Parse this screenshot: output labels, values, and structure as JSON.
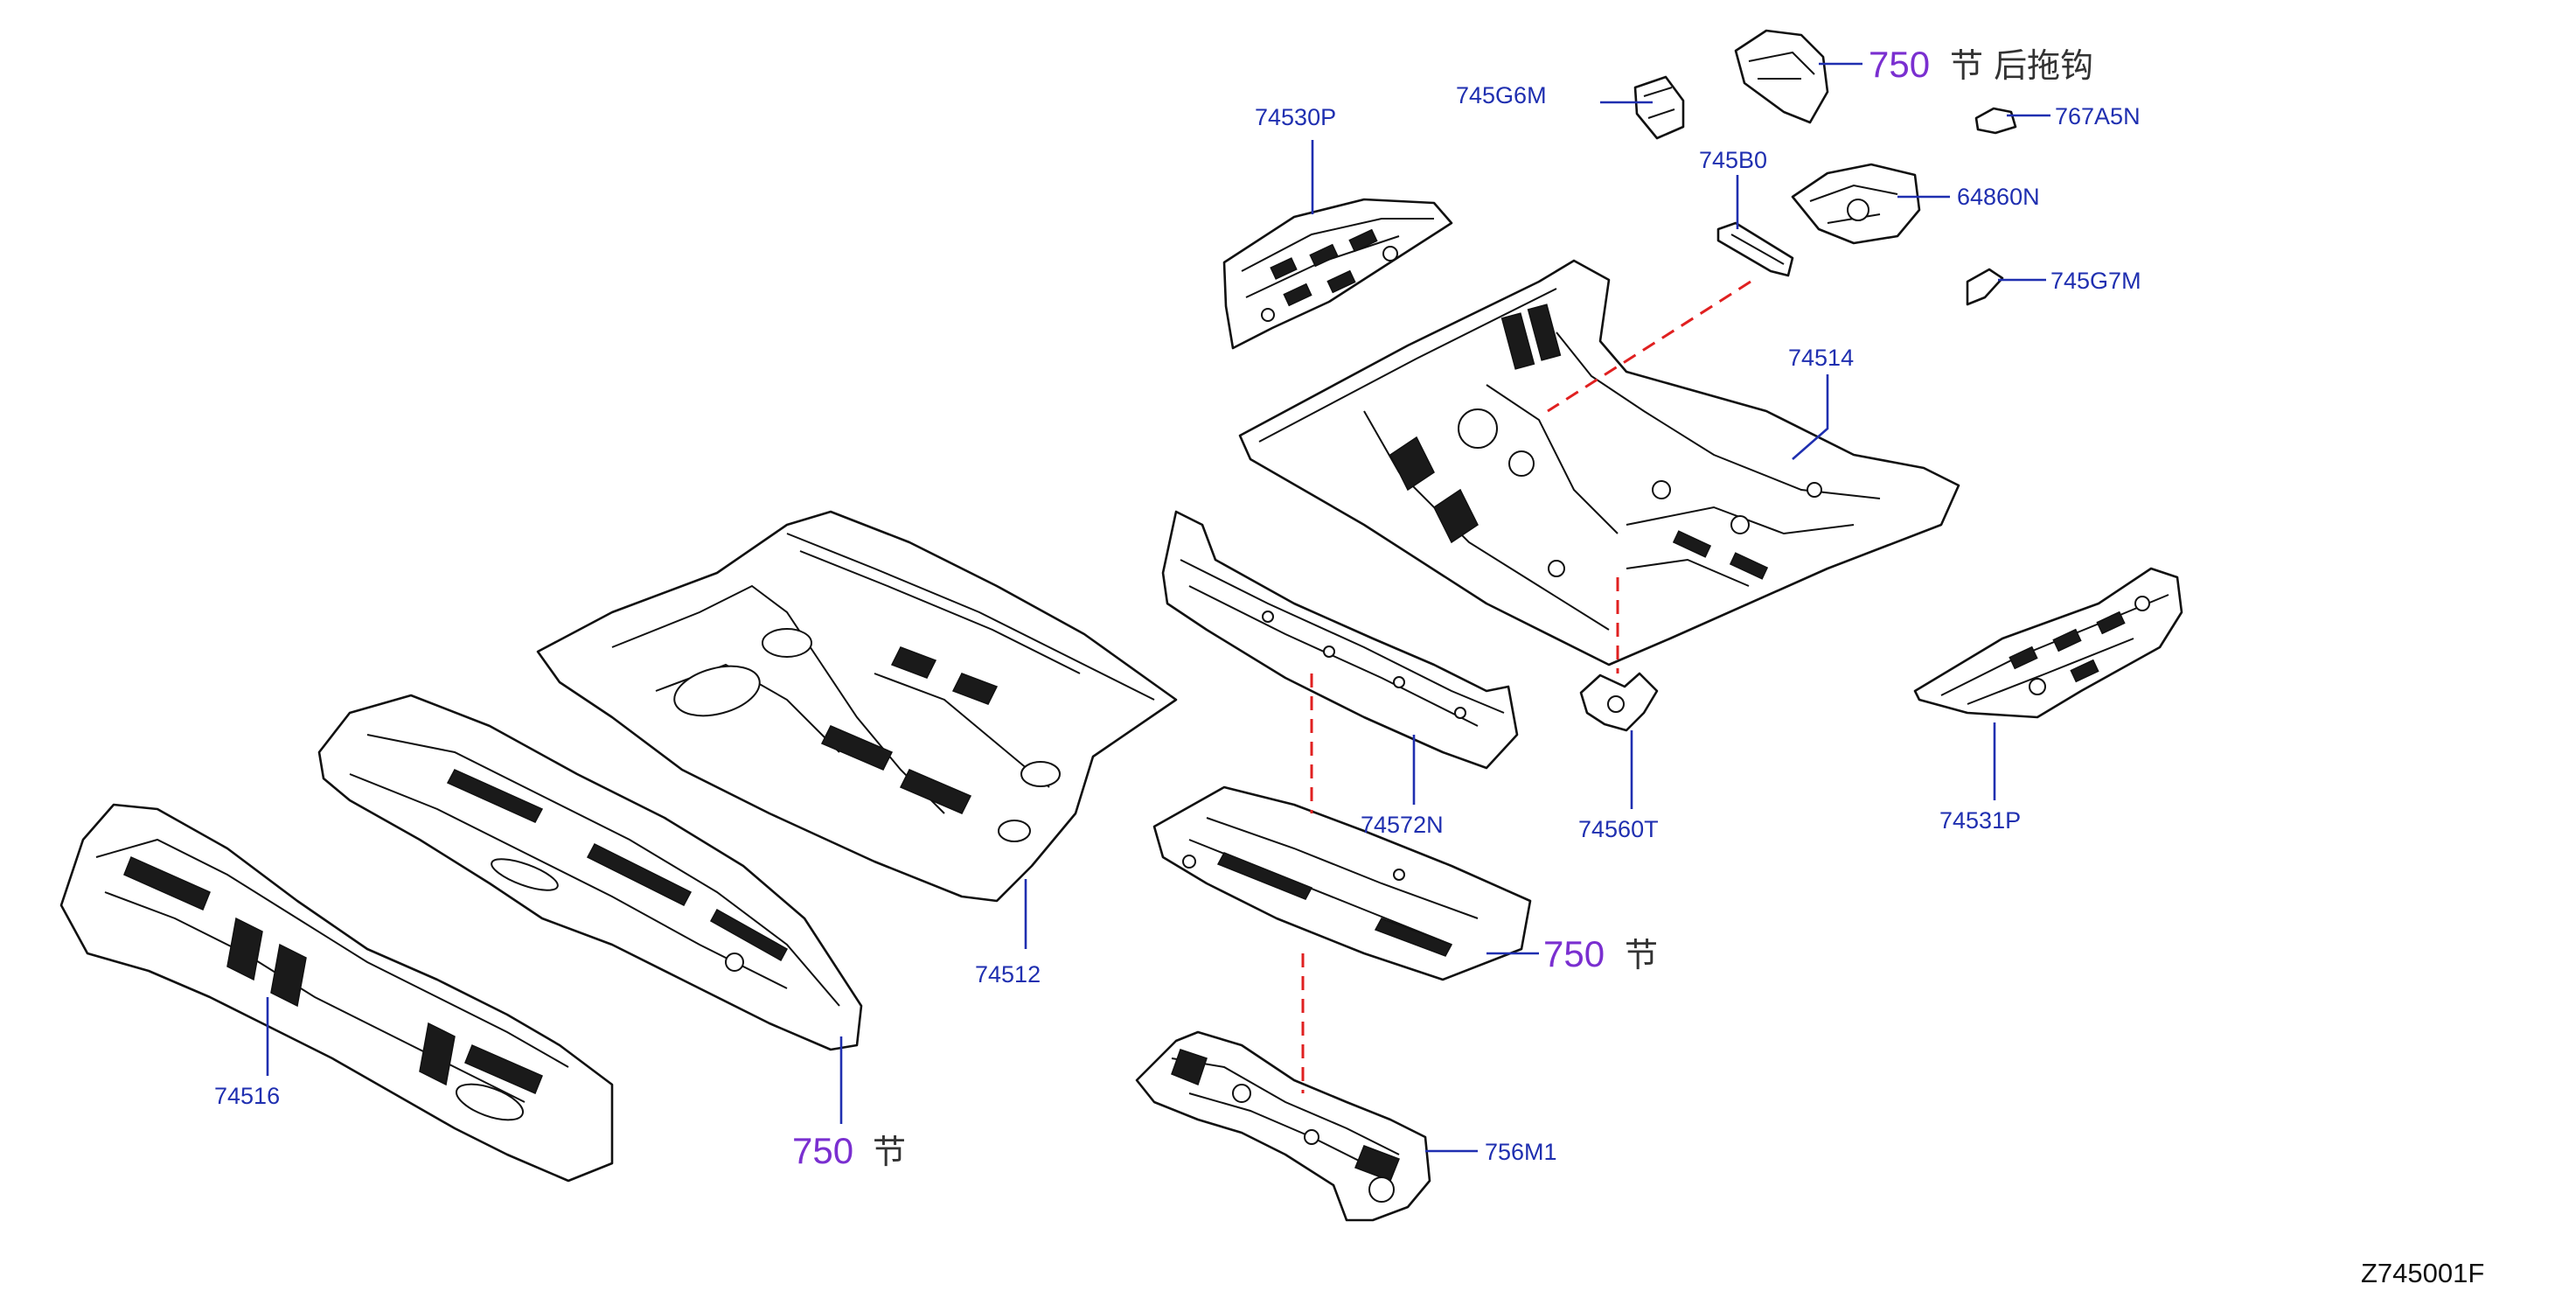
{
  "diagram": {
    "drawing_code": "Z745001F",
    "part_labels": {
      "p74530P": "74530P",
      "p745G6M": "745G6M",
      "p767A5N": "767A5N",
      "p745B0": "745B0",
      "p64860N": "64860N",
      "p745G7M": "745G7M",
      "p74514": "74514",
      "p74572N": "74572N",
      "p74560T": "74560T",
      "p74531P": "74531P",
      "p74512": "74512",
      "p74516": "74516",
      "p756M1": "756M1"
    },
    "section_refs": {
      "tow_hook": {
        "number": "750",
        "text": "节 后拖钩"
      },
      "mid_floor": {
        "number": "750",
        "text": "节"
      },
      "rear_bottom": {
        "number": "750",
        "text": "节"
      }
    },
    "colors": {
      "leader": "#1f2fb0",
      "section_ref": "#7a2fd0",
      "connector_dash": "#e02020",
      "outline": "#111111"
    }
  }
}
